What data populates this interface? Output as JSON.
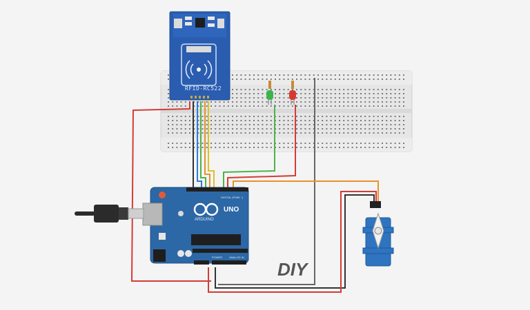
{
  "canvas": {
    "background": "#f4f4f4"
  },
  "rfid_module": {
    "label": "RFID-RC522",
    "color": "#2a5db0"
  },
  "arduino": {
    "model_text": "UNO",
    "brand_text": "ARDUINO",
    "digital_label": "DIGITAL (PWM ~)",
    "power_label": "POWER",
    "analog_label": "ANALOG IN",
    "color": "#2c67a6"
  },
  "leds": [
    {
      "name": "green",
      "color": "#3bb54a"
    },
    {
      "name": "red",
      "color": "#d63a2f"
    }
  ],
  "servo": {
    "color": "#2f74c0"
  },
  "watermark": {
    "text": "DIY"
  },
  "wire_colors": {
    "red": "#d43b35",
    "black": "#333333",
    "blue": "#2f7cd6",
    "green": "#4db34a",
    "orange": "#e8912b",
    "yellow": "#d8c22a",
    "gray": "#666666"
  }
}
